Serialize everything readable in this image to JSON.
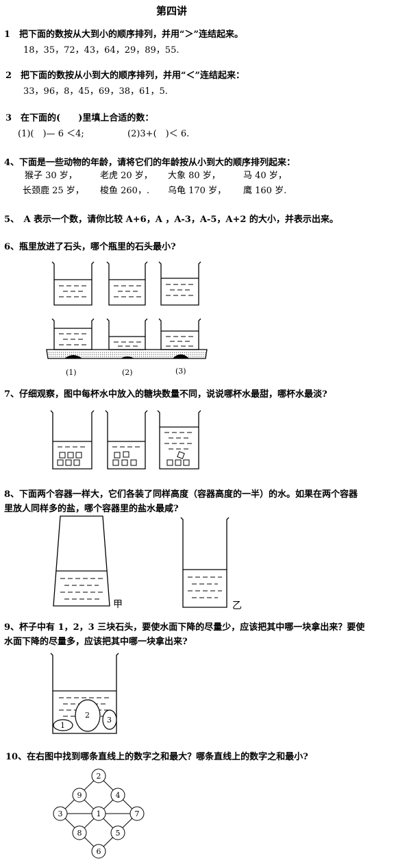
{
  "title": "第四讲",
  "q1": {
    "text": "1　把下面的数按从大到小的顺序排列，并用“＞”连结起来。",
    "numbers": "18，35，72，43，64，29，89，55."
  },
  "q2": {
    "text": "2　把下面的数按从小到大的顺序排列，并用“＜”连结起来：",
    "numbers": "33，96，8，45，69，38，61，5."
  },
  "q3": {
    "text": "3　在下面的(　　)里填上合适的数：",
    "item1": "(1)(　)— 6 ＜4;",
    "item2": "(2)3+(　)＜ 6."
  },
  "q4": {
    "text": "4、下面是一些动物的年龄，请将它们的年龄按从小到大的顺序排列起来：",
    "row1": [
      "猴子 30 岁，",
      "老虎 20 岁，",
      "大象 80 岁，",
      "马 40 岁，"
    ],
    "row2": [
      "长颈鹿 25 岁，",
      "梭鱼 260，.",
      "乌龟 170 岁，",
      "鹰 160 岁."
    ]
  },
  "q5": {
    "text": "5、　A 表示一个数，请你比较 A+6，A ，A-3，A-5，A+2 的大小，并表示出来。"
  },
  "q6": {
    "text": "6、瓶里放进了石头，哪个瓶里的石头最小?",
    "labels": [
      "(1)",
      "(2)",
      "(3)"
    ]
  },
  "q7": {
    "text": "7、仔细观察，图中每杯水中放入的糖块数量不同，说说哪杯水最甜，哪杯水最淡?"
  },
  "q8": {
    "line1": "8、下面两个容器一样大，它们各装了同样高度（容器高度的一半）的水。如果在两个容器",
    "line2": "里放人同样多的盐，哪个容器里的盐水最咸?",
    "label_a": "甲",
    "label_b": "乙"
  },
  "q9": {
    "line1": "9、杯子中有 1，2，3 三块石头，要使水面下降的尽量少，应该把其中哪一块拿出来？要使",
    "line2": "水面下降的尽量多，应该把其中哪一块拿出来?",
    "stones": [
      "1",
      "2",
      "3"
    ]
  },
  "q10": {
    "text": "10、在右图中找到哪条直线上的数字之和最大？哪条直线上的数字之和最小?",
    "nodes": [
      "2",
      "9",
      "4",
      "3",
      "1",
      "7",
      "8",
      "5",
      "6"
    ]
  }
}
